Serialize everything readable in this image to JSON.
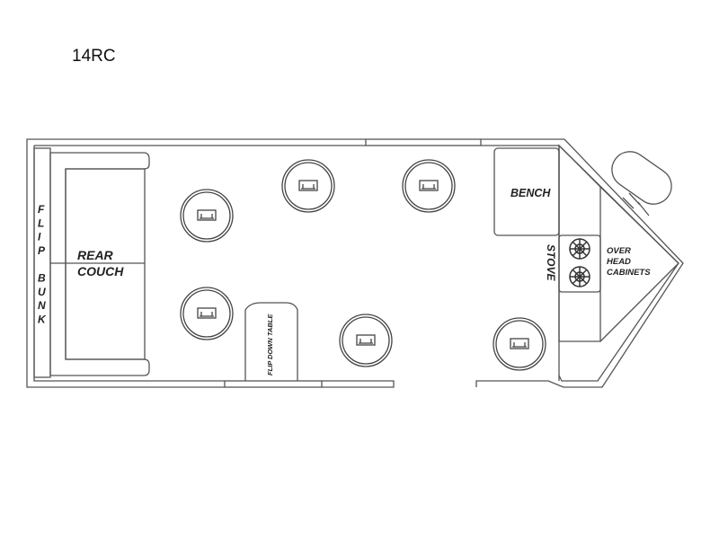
{
  "model": "14RC",
  "labels": {
    "flip_bunk": [
      "F",
      "L",
      "I",
      "P",
      "",
      "B",
      "U",
      "N",
      "K"
    ],
    "rear_couch": [
      "REAR",
      "COUCH"
    ],
    "bench": "BENCH",
    "stove": "STOVE",
    "overhead_cabinets": [
      "OVER",
      "HEAD",
      "CABINETS"
    ],
    "flip_down_table": "FLIP DOWN TABLE"
  }
}
